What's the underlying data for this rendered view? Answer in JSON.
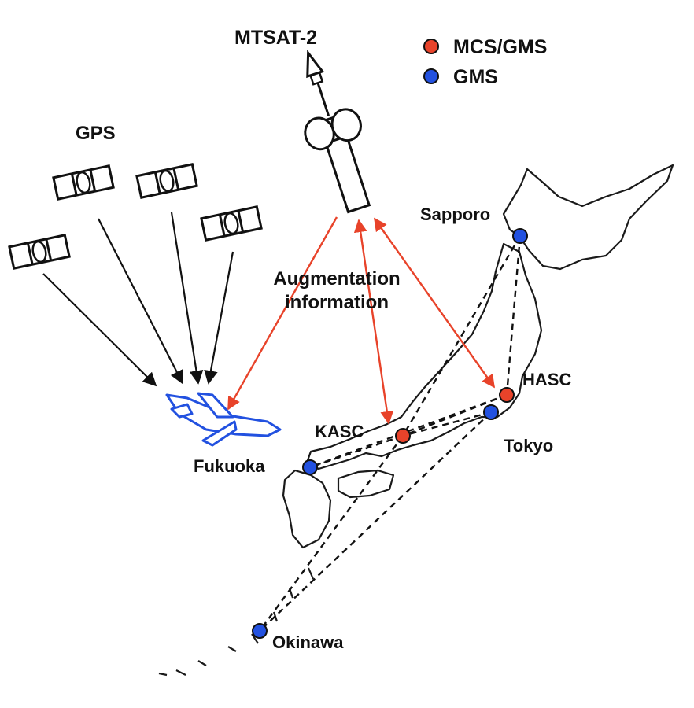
{
  "legend": {
    "items": [
      {
        "label": "MCS/GMS",
        "color": "#e8432a"
      },
      {
        "label": "GMS",
        "color": "#2251e0"
      }
    ]
  },
  "satellites": {
    "gps_label": "GPS",
    "mtsat_label": "MTSAT-2"
  },
  "augmentation_label": [
    "Augmentation",
    "information"
  ],
  "stations": [
    {
      "name": "Sapporo",
      "type": "GMS"
    },
    {
      "name": "HASC",
      "type": "MCS/GMS"
    },
    {
      "name": "Tokyo",
      "type": "GMS"
    },
    {
      "name": "KASC",
      "type": "MCS/GMS"
    },
    {
      "name": "Fukuoka",
      "type": "GMS"
    },
    {
      "name": "Okinawa",
      "type": "GMS"
    }
  ],
  "colors": {
    "signal_arrow": "#111111",
    "augmentation_arrow": "#e8432a",
    "aircraft": "#2251e0"
  },
  "icons": {
    "gps_satellite": "satellite-icon",
    "mtsat": "geostationary-satellite-icon",
    "aircraft": "airplane-icon"
  }
}
